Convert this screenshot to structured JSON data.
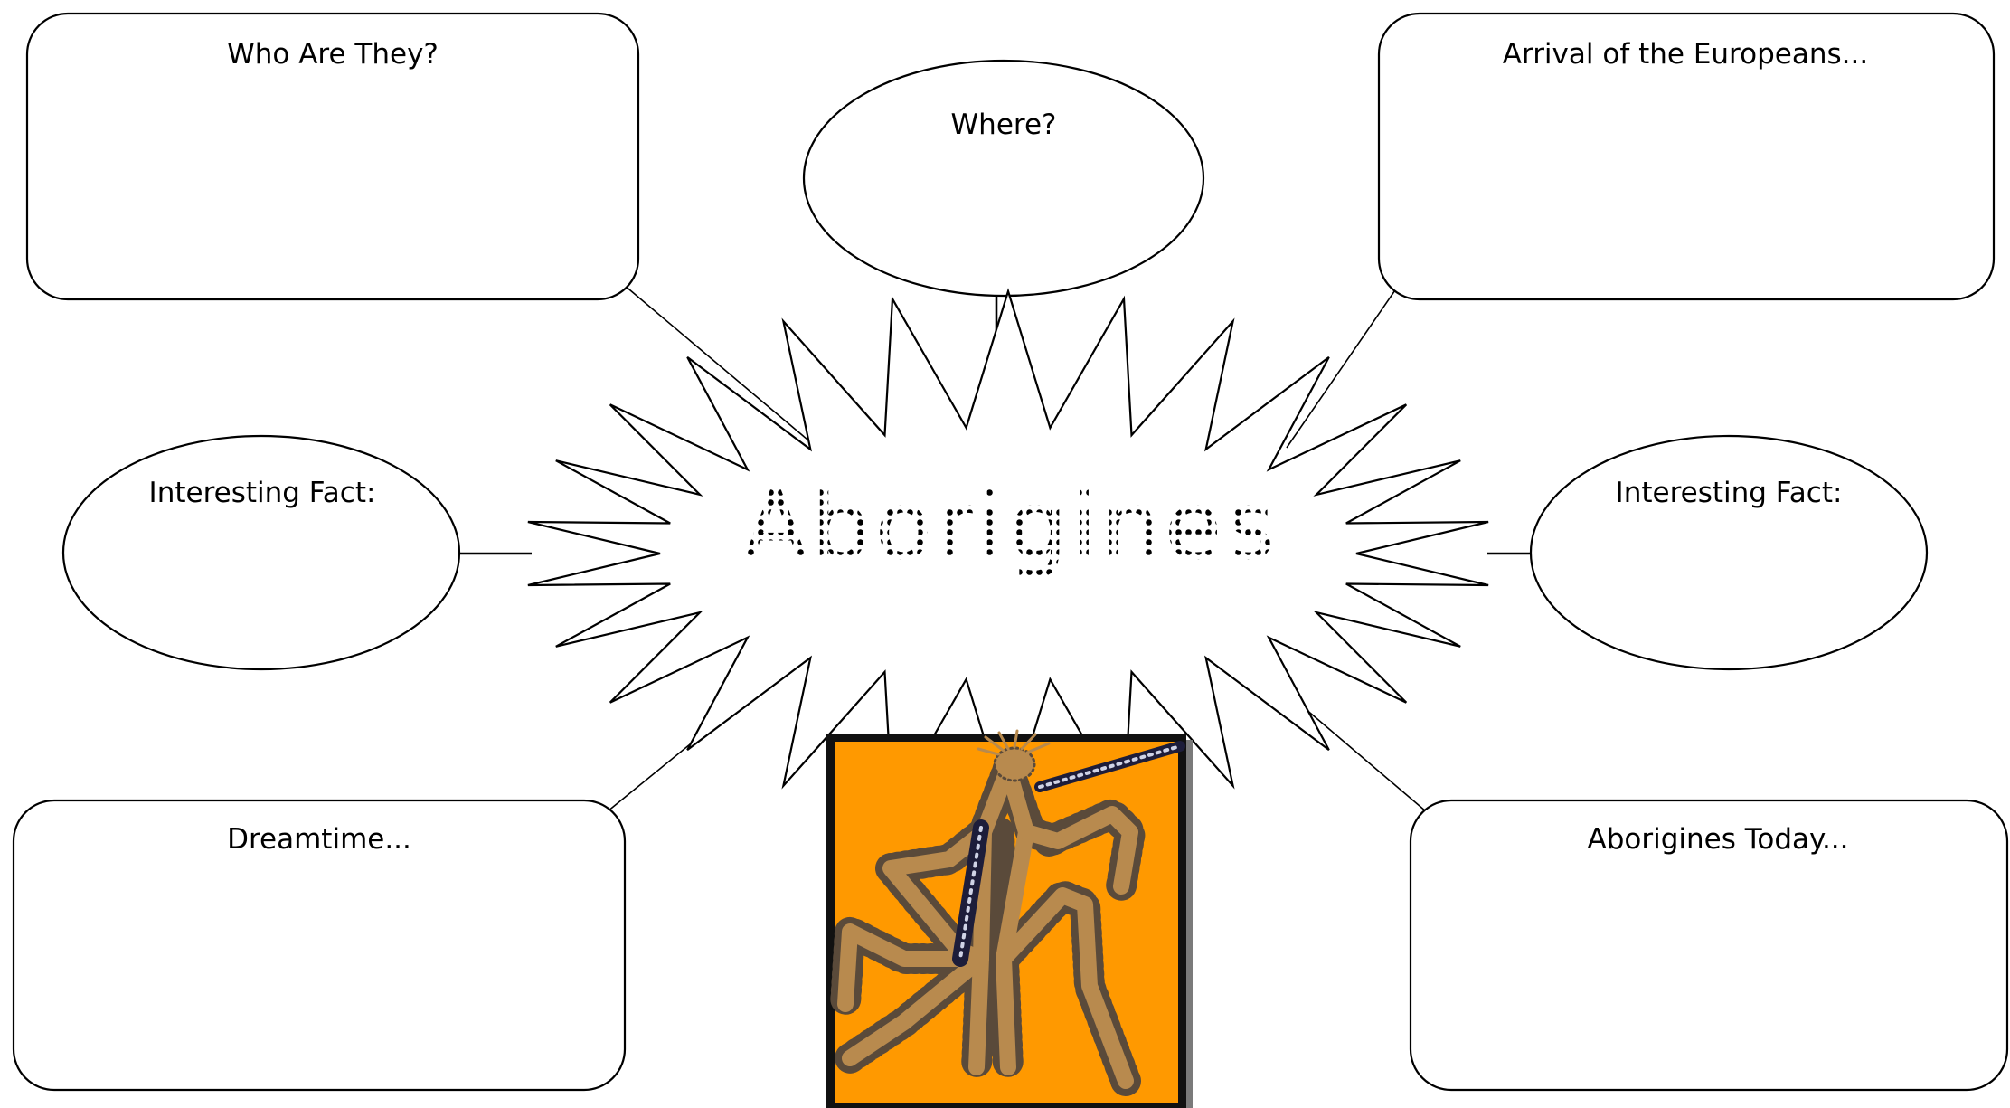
{
  "diagram": {
    "center": {
      "label": "Aborigines"
    },
    "nodes": {
      "who": {
        "label": "Who Are They?"
      },
      "where": {
        "label": "Where?"
      },
      "arrival": {
        "label": "Arrival of the Europeans..."
      },
      "fact_left": {
        "label": "Interesting Fact:"
      },
      "fact_right": {
        "label": "Interesting Fact:"
      },
      "dreamtime": {
        "label": "Dreamtime..."
      },
      "today": {
        "label": "Aborigines Today..."
      }
    },
    "illustration": {
      "name": "aboriginal-dot-art-figure",
      "background_color": "#FF9900",
      "figure_color": "#B88A4E"
    }
  }
}
